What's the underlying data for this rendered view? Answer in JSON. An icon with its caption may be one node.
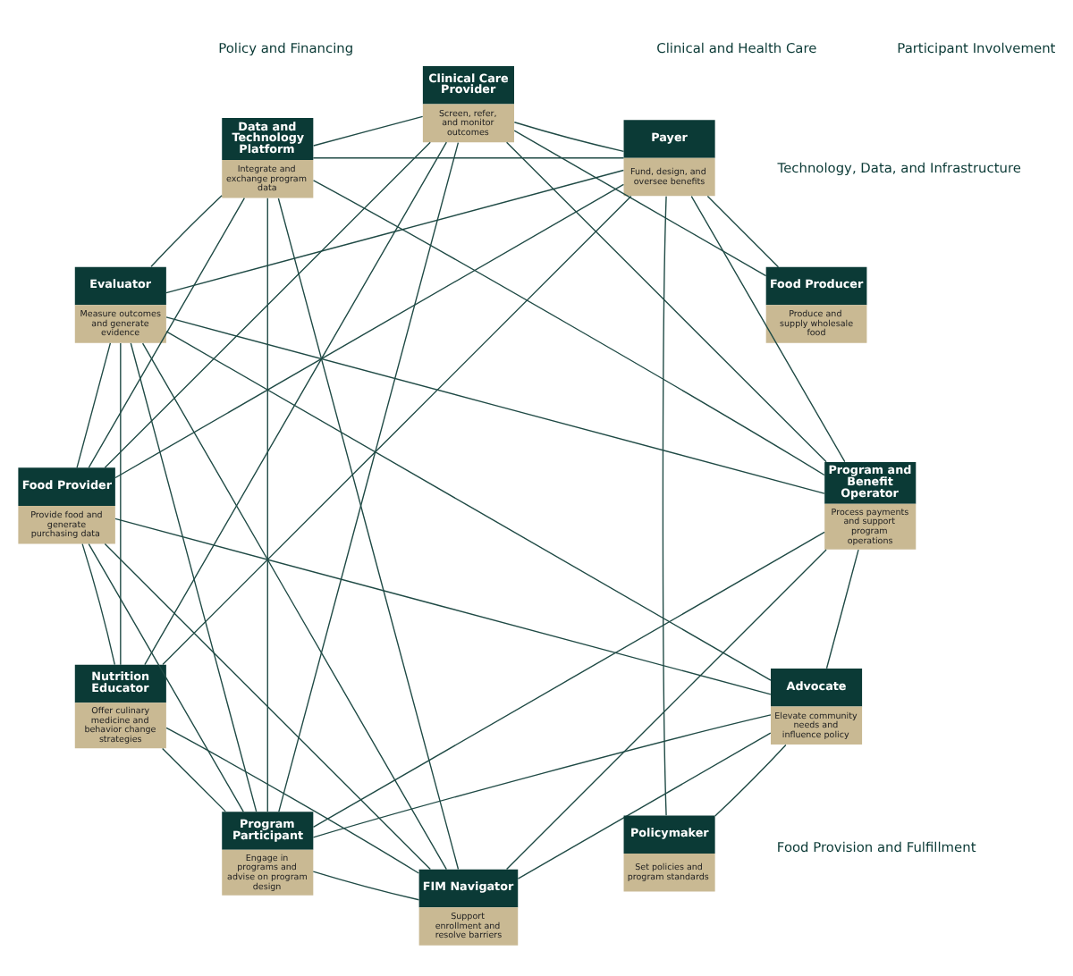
{
  "diagram": {
    "nodes": [
      {
        "text": [
          "Program Participant",
          "Engage in programs and advise on program design"
        ]
      },
      {
        "text": [
          "Advocate",
          "Elevate community needs and influence policy"
        ]
      },
      {
        "text": [
          "FIM Navigator",
          "Support enrollment and resolve barriers"
        ]
      },
      {
        "text": [
          "Policymaker",
          "Set policies and program standards"
        ]
      },
      {
        "text": [
          "Nutrition Educator",
          "Offer culinary medicine and behavior change strategies"
        ]
      },
      {
        "text": [
          "Payer",
          "Fund, design, and oversee benefits"
        ]
      },
      {
        "text": [
          "Food Provider",
          "Provide food and generate purchasing data"
        ]
      },
      {
        "text": [
          "Clinical Care Provider",
          "Screen, refer, and monitor outcomes"
        ]
      },
      {
        "text": [
          "Food Producer",
          "Produce and supply wholesale food"
        ]
      },
      {
        "text": [
          "Program and Benefit Operator",
          "Process payments and support program operations"
        ]
      },
      {
        "text": [
          "Evaluator",
          "Measure outcomes and generate evidence"
        ]
      },
      {
        "text": [
          "Data and Technology Platform",
          "Integrate and exchange program data"
        ]
      }
    ],
    "edges": [
      {
        "from": 0,
        "to": 1,
        "arrow": "none"
      },
      {
        "from": 0,
        "to": 2,
        "arrow": "none"
      },
      {
        "from": 0,
        "to": 4,
        "arrow": "none"
      },
      {
        "from": 0,
        "to": 6,
        "arrow": "none"
      },
      {
        "from": 0,
        "to": 9,
        "arrow": "none"
      },
      {
        "from": 0,
        "to": 11,
        "arrow": "none"
      },
      {
        "from": 0,
        "to": 10,
        "arrow": "none"
      },
      {
        "from": 0,
        "to": 7,
        "arrow": "none"
      },
      {
        "from": 1,
        "to": 2,
        "arrow": "none"
      },
      {
        "from": 1,
        "to": 3,
        "arrow": "none"
      },
      {
        "from": 1,
        "to": 6,
        "arrow": "none"
      },
      {
        "from": 1,
        "to": 10,
        "arrow": "none"
      },
      {
        "from": 1,
        "to": 9,
        "arrow": "none"
      },
      {
        "from": 2,
        "to": 4,
        "arrow": "none"
      },
      {
        "from": 2,
        "to": 6,
        "arrow": "none"
      },
      {
        "from": 2,
        "to": 9,
        "arrow": "none"
      },
      {
        "from": 2,
        "to": 10,
        "arrow": "none"
      },
      {
        "from": 2,
        "to": 11,
        "arrow": "none"
      },
      {
        "from": 3,
        "to": 5,
        "arrow": "none"
      },
      {
        "from": 4,
        "to": 5,
        "arrow": "none"
      },
      {
        "from": 4,
        "to": 7,
        "arrow": "none"
      },
      {
        "from": 4,
        "to": 6,
        "arrow": "none"
      },
      {
        "from": 4,
        "to": 10,
        "arrow": "none"
      },
      {
        "from": 5,
        "to": 6,
        "arrow": "none"
      },
      {
        "from": 5,
        "to": 8,
        "arrow": "none"
      },
      {
        "from": 5,
        "to": 9,
        "arrow": "none"
      },
      {
        "from": 5,
        "to": 11,
        "arrow": "none"
      },
      {
        "from": 5,
        "to": 10,
        "arrow": "none"
      },
      {
        "from": 5,
        "to": 7,
        "arrow": "none"
      },
      {
        "from": 6,
        "to": 7,
        "arrow": "none"
      },
      {
        "from": 6,
        "to": 10,
        "arrow": "none"
      },
      {
        "from": 6,
        "to": 11,
        "arrow": "none"
      },
      {
        "from": 7,
        "to": 9,
        "arrow": "none"
      },
      {
        "from": 7,
        "to": 11,
        "arrow": "none"
      },
      {
        "from": 7,
        "to": 8,
        "arrow": "none"
      },
      {
        "from": 10,
        "to": 11,
        "arrow": "none"
      },
      {
        "from": 10,
        "to": 9,
        "arrow": "none"
      },
      {
        "from": 11,
        "to": 9,
        "arrow": "none"
      }
    ],
    "labels": [
      "Participant Involvement",
      "Food Provision and Fulfillment",
      "Technology, Data, and Infrastructure",
      "Clinical and Health Care",
      "Policy and Financing"
    ]
  }
}
